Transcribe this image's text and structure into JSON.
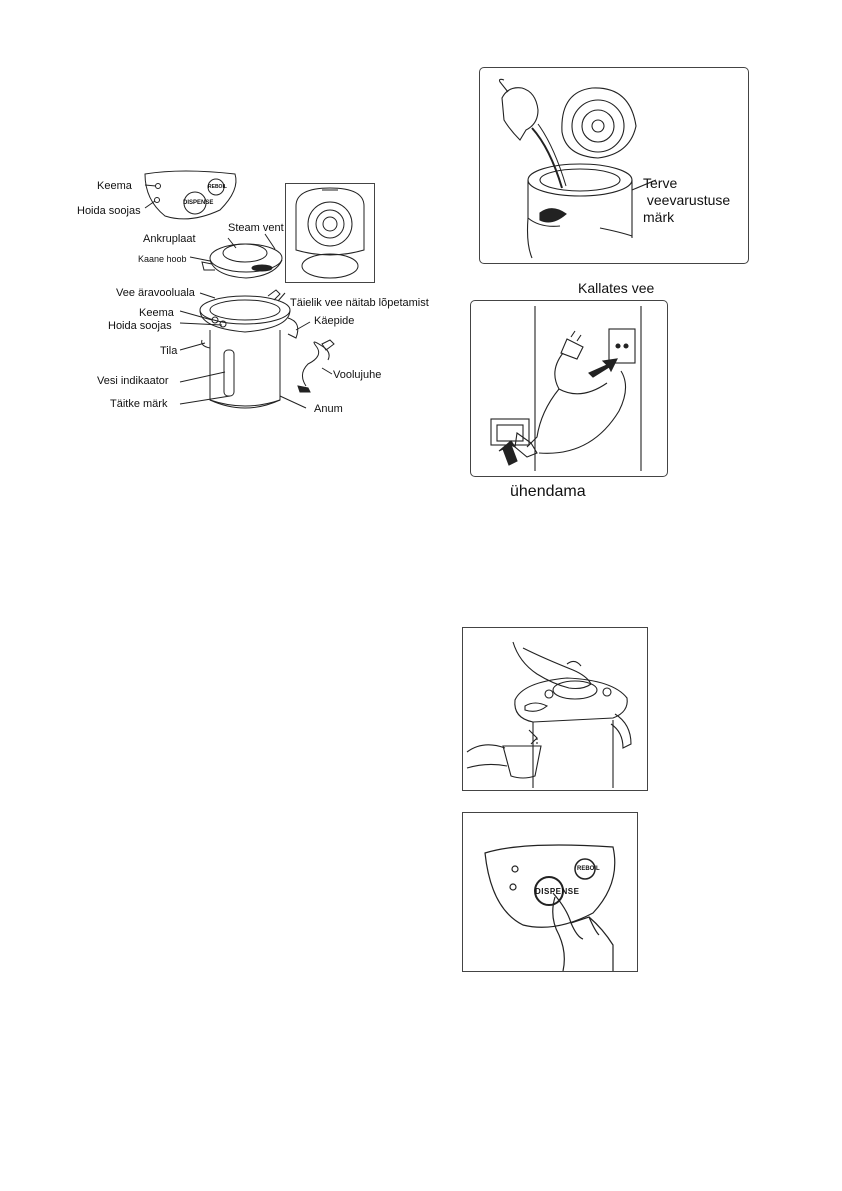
{
  "diagram": {
    "labels": {
      "keema_top": "Keema",
      "hoida_soojas_top": "Hoida soojas",
      "steam_vent": "Steam vent",
      "ankruplaat": "Ankruplaat",
      "kaane_hoob": "Kaane hoob",
      "vee_aravooluala": "Vee äravooluala",
      "taielik_vee": "Täielik vee näitab lõpetamist",
      "keema_body": "Keema",
      "hoida_soojas_body": "Hoida soojas",
      "kaepide": "Käepide",
      "tila": "Tila",
      "vesi_indikaator": "Vesi indikaator",
      "voolujuhe": "Voolujuhe",
      "taitke_mark": "Täitke märk",
      "anum": "Anum"
    },
    "panel_buttons": {
      "dispense": "DISPENSE",
      "reboil": "REBOIL"
    }
  },
  "figures": {
    "pour_label": "Kallates vee",
    "mark_label": "Terve\n veevarustuse\nmärk",
    "connect_label": "ühendama",
    "dispense_text": "DISPENSE",
    "reboil_text": "REBOIL"
  }
}
